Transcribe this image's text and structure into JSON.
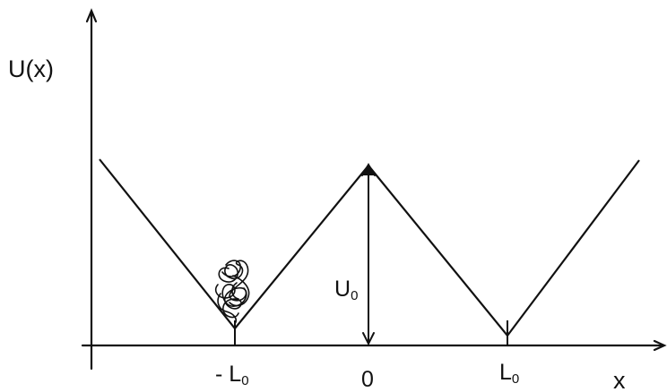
{
  "diagram": {
    "y_axis_label": "U(x)",
    "x_axis_label": "x",
    "barrier_label": {
      "main": "U",
      "subscript": "0"
    },
    "ticks": [
      {
        "id": "neg-l0",
        "main": "- L",
        "subscript": "0"
      },
      {
        "id": "zero",
        "main": "0",
        "subscript": ""
      },
      {
        "id": "pos-l0",
        "main": "L",
        "subscript": "0"
      }
    ]
  }
}
